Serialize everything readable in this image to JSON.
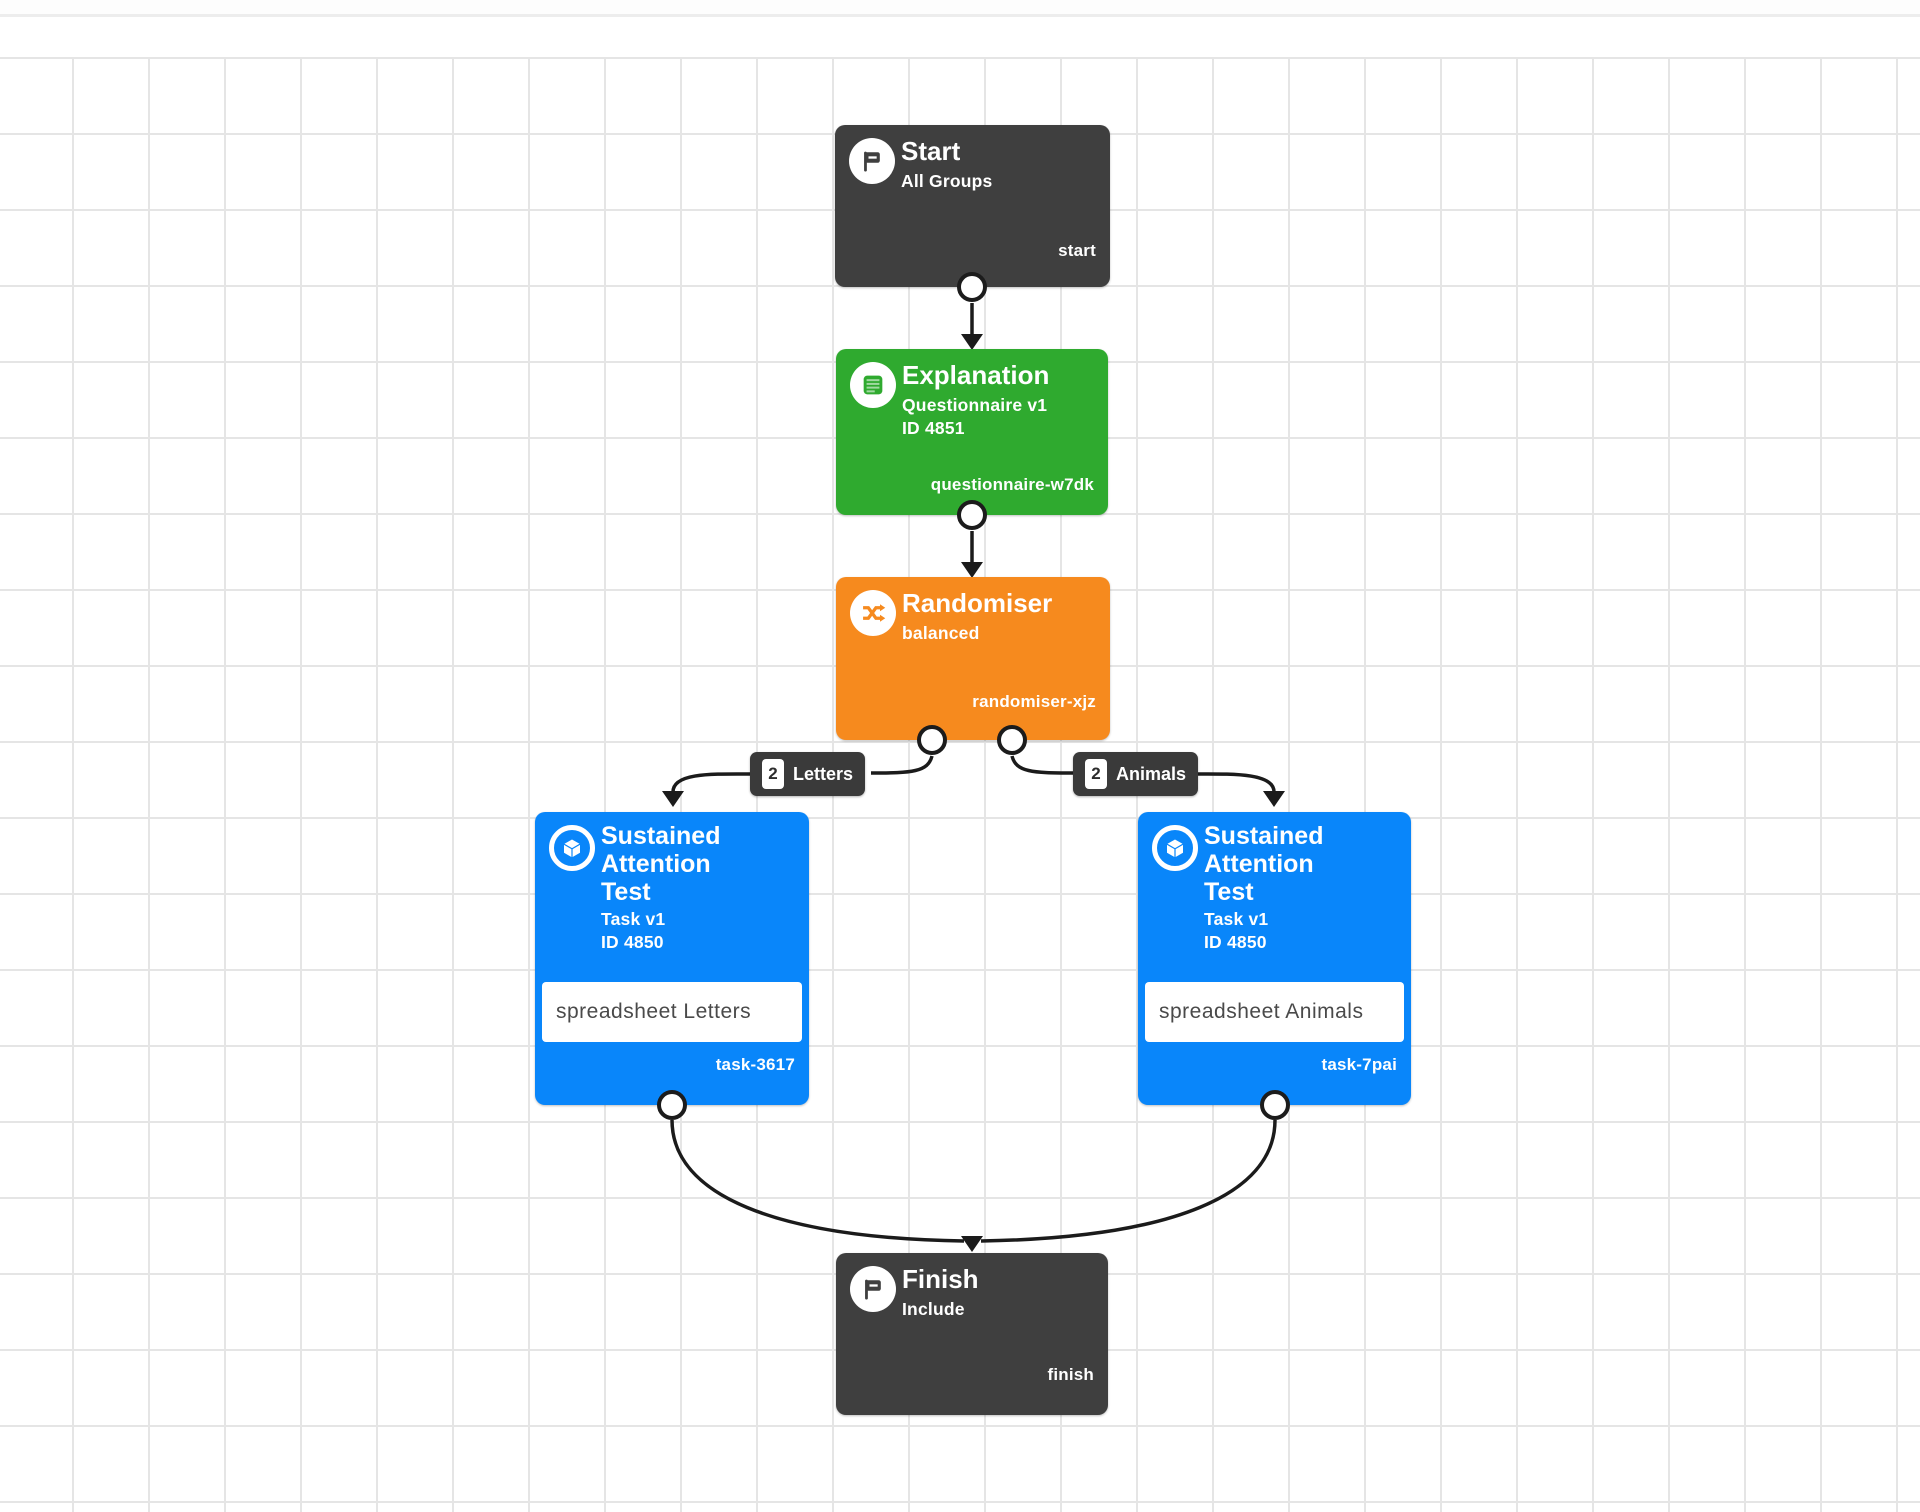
{
  "nodes": {
    "start": {
      "title": "Start",
      "subtitle": "All Groups",
      "key": "start"
    },
    "explanation": {
      "title": "Explanation",
      "version": "Questionnaire v1",
      "id": "ID 4851",
      "key": "questionnaire-w7dk"
    },
    "randomiser": {
      "title": "Randomiser",
      "subtitle": "balanced",
      "key": "randomiser-xjz"
    },
    "task_letters": {
      "title": "Sustained Attention Test",
      "version": "Task v1",
      "id": "ID 4850",
      "spreadsheet": "spreadsheet Letters",
      "key": "task-3617"
    },
    "task_animals": {
      "title": "Sustained Attention Test",
      "version": "Task v1",
      "id": "ID 4850",
      "spreadsheet": "spreadsheet Animals",
      "key": "task-7pai"
    },
    "finish": {
      "title": "Finish",
      "subtitle": "Include",
      "key": "finish"
    }
  },
  "edges": {
    "letters": {
      "count": "2",
      "label": "Letters"
    },
    "animals": {
      "count": "2",
      "label": "Animals"
    }
  },
  "colors": {
    "start_finish_node": "#3f3f3f",
    "questionnaire_node": "#2faa2f",
    "randomiser_node": "#f68a1e",
    "task_node": "#0986fa",
    "edge_line": "#1b1b1b",
    "grid_line": "#e5e5e5"
  }
}
